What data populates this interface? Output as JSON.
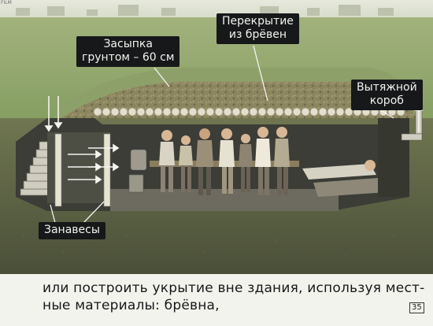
{
  "labels": {
    "backfill": [
      "Засыпка",
      "грунтом – 60 см"
    ],
    "roof": [
      "Перекрытие",
      "из брёвен"
    ],
    "exhaust": [
      "Вытяжной",
      "короб"
    ],
    "curtains": "Занавесы"
  },
  "caption": {
    "line1": "или построить укрытие вне здания, используя мест-",
    "line2": "ные материалы: брёвна,"
  },
  "frame_number": "35",
  "corner_mark": "FILM"
}
